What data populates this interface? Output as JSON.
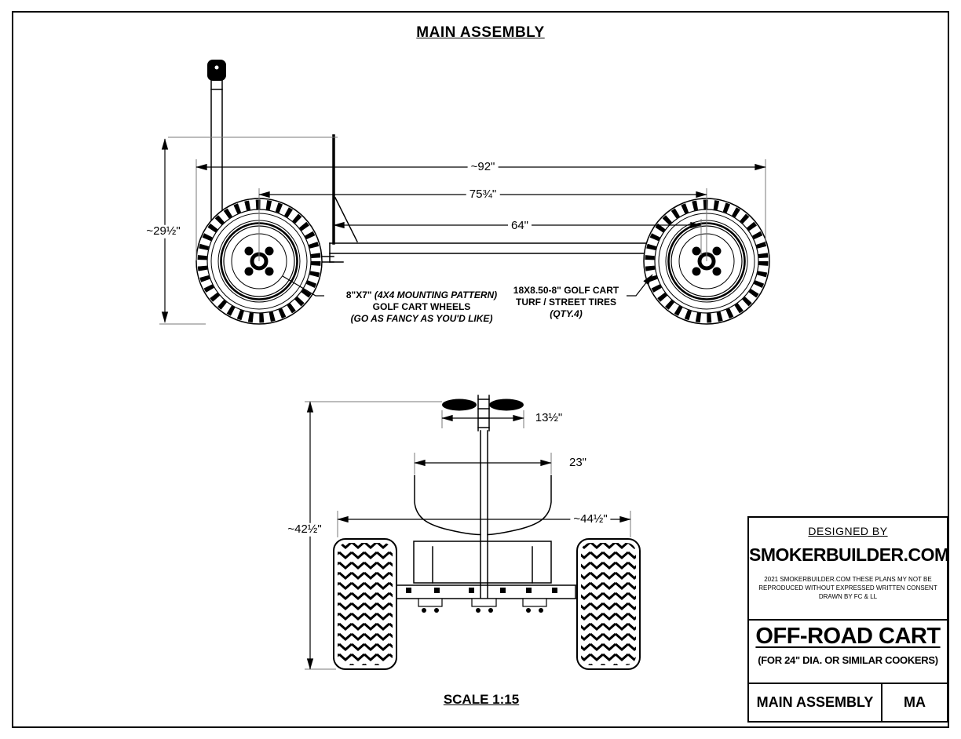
{
  "page": {
    "title": "MAIN ASSEMBLY",
    "scale": "SCALE 1:15"
  },
  "side_view": {
    "dims": {
      "overall_length": "~92\"",
      "axle_spacing": "75¾\"",
      "frame_length": "64\"",
      "overall_height": "~29½\""
    },
    "wheel_note": {
      "line1_bold": "8\"X7\"",
      "line1_italic": "(4X4 MOUNTING PATTERN)",
      "line2": "GOLF CART WHEELS",
      "line3": "(GO AS FANCY AS YOU'D LIKE)"
    },
    "tire_note": {
      "line1": "18X8.50-8\" GOLF CART",
      "line2": "TURF / STREET TIRES",
      "line3": "(QTY.4)"
    }
  },
  "front_view": {
    "dims": {
      "handle_width": "13½\"",
      "cradle_width": "23\"",
      "overall_width": "~44½\"",
      "overall_height": "~42½\""
    }
  },
  "title_block": {
    "designed_by": "DESIGNED BY",
    "company": "SMOKERBUILDER.COM",
    "legal": [
      "2021 SMOKERBUILDER.COM THESE PLANS MY NOT BE",
      "REPRODUCED WITHOUT EXPRESSED WRITTEN CONSENT",
      "DRAWN BY FC & LL"
    ],
    "product": "OFF-ROAD CART",
    "product_subtitle": "(FOR 24\" DIA. OR SIMILAR COOKERS)",
    "sheet_name": "MAIN ASSEMBLY",
    "sheet_code": "MA"
  }
}
